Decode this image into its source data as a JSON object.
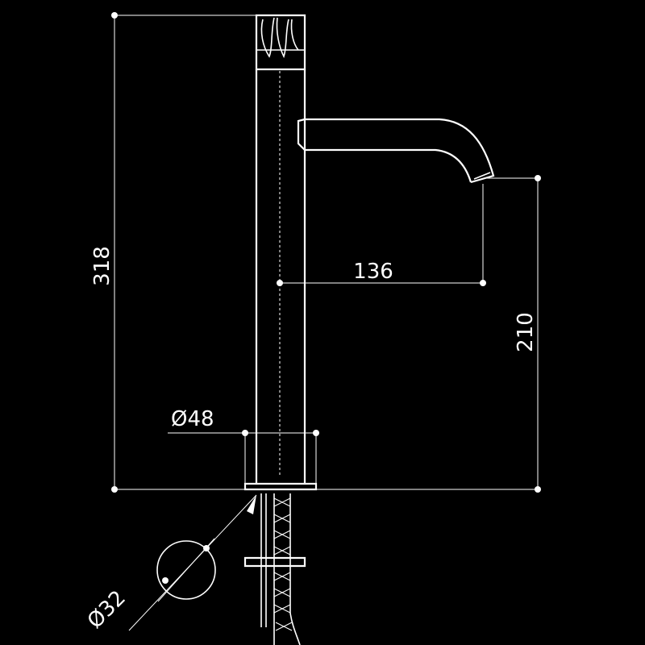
{
  "drawing": {
    "background": "#000000",
    "stroke_color": "#ffffff",
    "dimensions": {
      "overall_height": "318",
      "spout_reach": "136",
      "spout_height": "210",
      "base_diameter": "Ø48",
      "hole_diameter": "Ø32"
    }
  }
}
